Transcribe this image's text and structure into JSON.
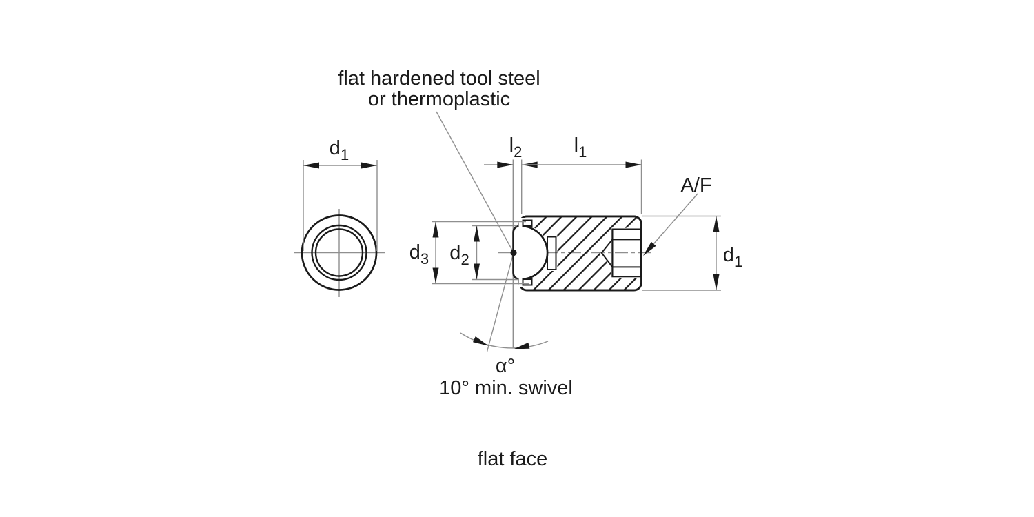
{
  "figure": {
    "callout": {
      "line1": "flat hardened tool steel",
      "line2": "or thermoplastic"
    },
    "labels": {
      "af": "A/F",
      "alpha": "α°",
      "swivel_note": "10° min. swivel",
      "caption": "flat face"
    },
    "dims": {
      "d1_left": {
        "base": "d",
        "sub": "1"
      },
      "l2": {
        "base": "l",
        "sub": "2"
      },
      "l1": {
        "base": "l",
        "sub": "1"
      },
      "d3": {
        "base": "d",
        "sub": "3"
      },
      "d2": {
        "base": "d",
        "sub": "2"
      },
      "d1_right": {
        "base": "d",
        "sub": "1"
      }
    },
    "colors": {
      "outline": "#1a1a1a",
      "dimension_line": "#8f8f8f",
      "text": "#1a1a1a",
      "background": "#ffffff"
    }
  }
}
